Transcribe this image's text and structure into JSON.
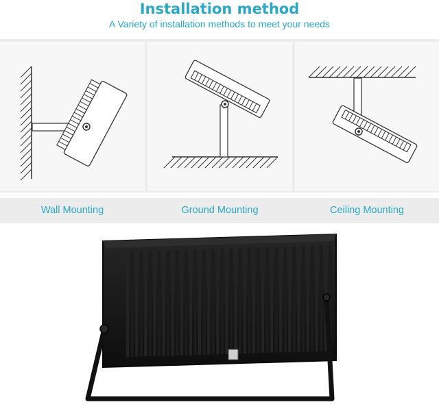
{
  "header": {
    "title": "Installation method",
    "subtitle": "A Variety of installation methods to meet your needs"
  },
  "methods": [
    {
      "label": "Wall Mounting",
      "icon": "wall-mount-illustration"
    },
    {
      "label": "Ground Mounting",
      "icon": "ground-mount-illustration"
    },
    {
      "label": "Ceiling Mounting",
      "icon": "ceiling-mount-illustration"
    }
  ],
  "product": {
    "description": "rear view of black LED floodlight with heat sink fins and mounting bracket",
    "colors": {
      "body": "#141414",
      "fin": "#1f1f1f",
      "accent": "#2aa8c6"
    }
  }
}
